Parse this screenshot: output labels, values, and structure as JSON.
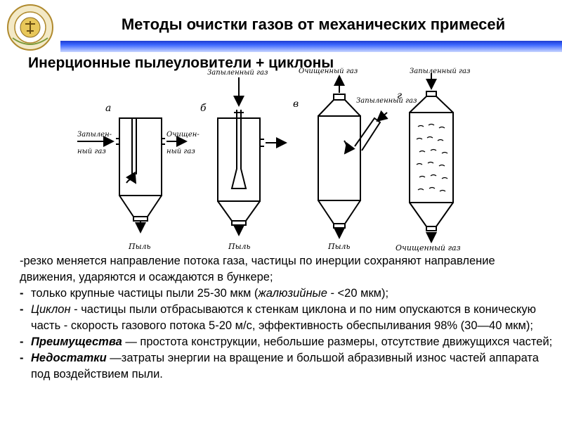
{
  "header": {
    "title": "Методы очистки газов от механических примесей"
  },
  "subtitle": "Инерционные пылеуловители + циклоны",
  "figure": {
    "letters": [
      "а",
      "б",
      "в",
      "г"
    ],
    "labels": {
      "dirty_gas_top": "Запыленный газ",
      "clean_gas_top": "Очищенный газ",
      "dirty_gas_side_1": "Запылен-",
      "dirty_gas_side_2": "ный газ",
      "clean_gas_side_1": "Очищен-",
      "clean_gas_side_2": "ный газ",
      "dust": "Пыль",
      "clean_gas_bottom": "Очищенный газ"
    }
  },
  "body": {
    "intro": "-резко меняется направление потока газа, частицы по инерции сохраняют направление движения, ударяются и осаждаются в бункере;",
    "bullet_char": "-",
    "items": [
      {
        "lead": "",
        "text_1": "только крупные частицы пыли 25-30 мкм (",
        "italic": "жалюзийные",
        "text_2": " - <20 мкм);"
      },
      {
        "term": "Циклон",
        "text": " - частицы пыли отбрасываются к стенкам циклона и по ним опускаются в коническую часть - скорость газового потока 5-20 м/с, эффективность обеспыливания 98% (30—40 мкм);"
      },
      {
        "term": "Преимущества",
        "text": " — простота конструкции, небольшие размеры, отсутствие движущихся частей;"
      },
      {
        "term": "Недостатки",
        "text": " —затраты энергии на вращение и большой абразивный износ частей аппарата под воздействием пыли."
      }
    ]
  }
}
